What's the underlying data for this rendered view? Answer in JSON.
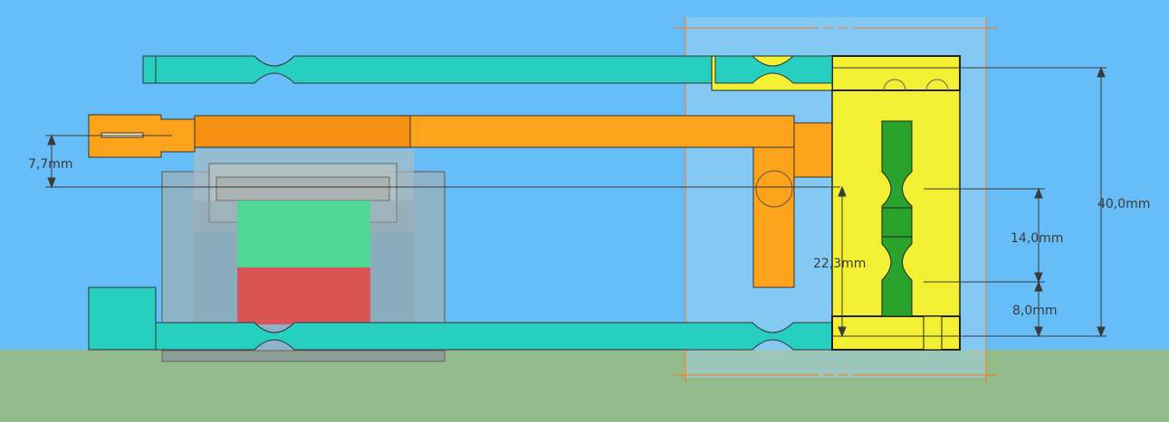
{
  "view": {
    "background_color": "#66bdf7",
    "ground_color": "#93bb8c"
  },
  "colors": {
    "teal_beam": "#26cfc0",
    "orange_arm": "#fda31b",
    "yellow_block": "#f3f034",
    "green_flexure": "#2aa32d",
    "magnet_green": "#4fd795",
    "magnet_red": "#d95454",
    "housing_gray": "#96aeb7",
    "construction_line": "#ff7a1a",
    "dimension_line": "#3a3a3a"
  },
  "dimensions": {
    "left_offset": "7,7mm",
    "center_height": "22,3mm",
    "total_height": "40,0mm",
    "upper_flexure_gap": "14,0mm",
    "lower_flexure_gap": "8,0mm"
  }
}
